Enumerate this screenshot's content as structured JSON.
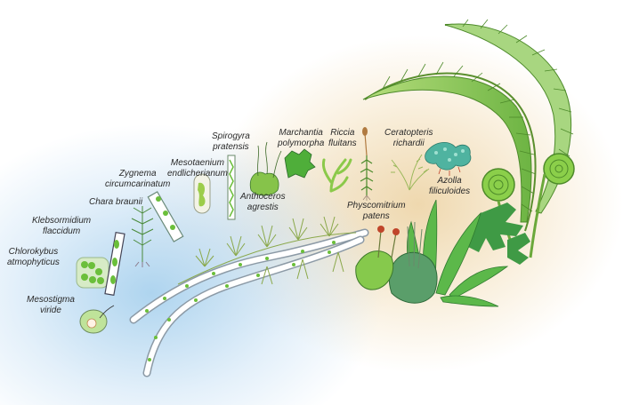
{
  "figure": {
    "description": "Illustration of streptophyte algae and land plants arranged along an evolutionary arc",
    "colors": {
      "algae_background": "#b8d8ef",
      "land_plant_background": "#eed6aa",
      "filament_outline": "#8c9aa6",
      "chloroplast_green": "#6bbf3a",
      "fern_green": "#7cc242",
      "dark_green": "#3e8f3a",
      "azolla_teal": "#4fb3a0",
      "sporangium_red": "#c0452a"
    }
  },
  "species": [
    {
      "id": "mesostigma",
      "line1": "Mesostigma",
      "line2": "viride",
      "group": "algae"
    },
    {
      "id": "chlorokybus",
      "line1": "Chlorokybus",
      "line2": "atmophyticus",
      "group": "algae"
    },
    {
      "id": "klebsormidium",
      "line1": "Klebsormidium",
      "line2": "flaccidum",
      "group": "algae"
    },
    {
      "id": "chara",
      "line1": "Chara braunii",
      "line2": "",
      "group": "algae"
    },
    {
      "id": "zygnema",
      "line1": "Zygnema",
      "line2": "circumcarinatum",
      "group": "algae"
    },
    {
      "id": "mesotaenium",
      "line1": "Mesotaenium",
      "line2": "endlicherianum",
      "group": "algae"
    },
    {
      "id": "spirogyra",
      "line1": "Spirogyra",
      "line2": "pratensis",
      "group": "algae"
    },
    {
      "id": "anthoceros",
      "line1": "Anthoceros",
      "line2": "agrestis",
      "group": "bryophyte"
    },
    {
      "id": "marchantia",
      "line1": "Marchantia",
      "line2": "polymorpha",
      "group": "bryophyte"
    },
    {
      "id": "riccia",
      "line1": "Riccia",
      "line2": "fluitans",
      "group": "bryophyte"
    },
    {
      "id": "physcomitrium",
      "line1": "Physcomitrium",
      "line2": "patens",
      "group": "bryophyte"
    },
    {
      "id": "ceratopteris",
      "line1": "Ceratopteris",
      "line2": "richardii",
      "group": "fern"
    },
    {
      "id": "azolla",
      "line1": "Azolla",
      "line2": "filiculoides",
      "group": "fern"
    }
  ]
}
